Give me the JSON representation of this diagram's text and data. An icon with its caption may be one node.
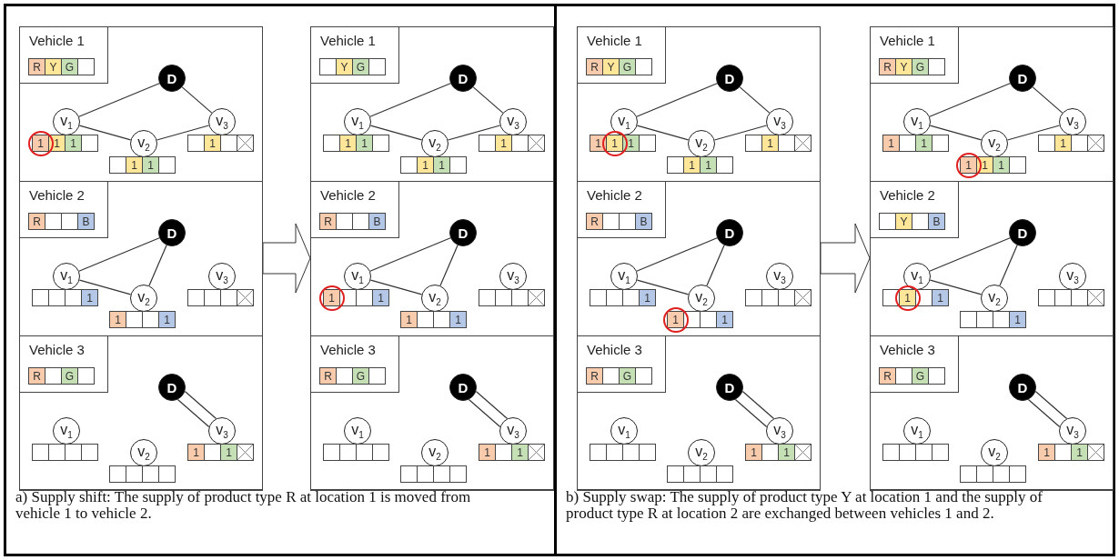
{
  "diagram": {
    "nodes": [
      {
        "text": [
          "a) Supply shift: The supply of product type R at location 1 is moved from vehicle 1 to vehicle 2."
        ]
      },
      {
        "text": [],
        "shape": "box",
        "in": 0
      },
      {
        "text": [],
        "shape": "box",
        "in": 1
      },
      {
        "text": [
          "Vehicle 1",
          "R",
          "Y",
          "G"
        ],
        "in": 2
      },
      {
        "text": [
          "D"
        ],
        "in": 2
      },
      {
        "text": [
          "v$_{1}$"
        ],
        "in": 2,
        "beside": [
          "1",
          "1",
          "1"
        ]
      },
      {
        "text": [
          "v$_{2}$"
        ],
        "in": 2,
        "beside": [
          "1",
          "1"
        ]
      },
      {
        "text": [
          "v$_{3}$"
        ],
        "in": 2,
        "beside": [
          "1"
        ]
      },
      {
        "text": [],
        "shape": "box",
        "in": 1
      },
      {
        "text": [
          "Vehicle 2",
          "R",
          "B"
        ],
        "in": 8
      },
      {
        "text": [
          "D"
        ],
        "in": 8
      },
      {
        "text": [
          "v$_{1}$"
        ],
        "in": 8,
        "beside": [
          "1"
        ]
      },
      {
        "text": [
          "v$_{2}$"
        ],
        "in": 8,
        "beside": [
          "1",
          "1"
        ]
      },
      {
        "text": [
          "v$_{3}$"
        ],
        "in": 8
      },
      {
        "text": [],
        "shape": "box",
        "in": 1
      },
      {
        "text": [
          "Vehicle 3",
          "R",
          "G"
        ],
        "in": 14
      },
      {
        "text": [
          "D"
        ],
        "in": 14
      },
      {
        "text": [
          "v$_{1}$"
        ],
        "in": 14
      },
      {
        "text": [
          "v$_{2}$"
        ],
        "in": 14
      },
      {
        "text": [
          "v$_{3}$"
        ],
        "in": 14,
        "beside": [
          "1",
          "1"
        ]
      },
      {
        "text": [],
        "shape": "box",
        "in": 0
      },
      {
        "text": [],
        "shape": "box",
        "in": 20
      },
      {
        "text": [
          "Vehicle 1",
          "Y",
          "G"
        ],
        "in": 21
      },
      {
        "text": [
          "D"
        ],
        "in": 21
      },
      {
        "text": [
          "v$_{1}$"
        ],
        "in": 21,
        "beside": [
          "1",
          "1"
        ]
      },
      {
        "text": [
          "v$_{2}$"
        ],
        "in": 21,
        "beside": [
          "1",
          "1"
        ]
      },
      {
        "text": [
          "v$_{3}$"
        ],
        "in": 21,
        "beside": [
          "1"
        ]
      },
      {
        "text": [],
        "shape": "box",
        "in": 20
      },
      {
        "text": [
          "Vehicle 2",
          "R",
          "B"
        ],
        "in": 27
      },
      {
        "text": [
          "D"
        ],
        "in": 27
      },
      {
        "text": [
          "v$_{1}$"
        ],
        "in": 27,
        "beside": [
          "1",
          "1"
        ]
      },
      {
        "text": [
          "v$_{2}$"
        ],
        "in": 27,
        "beside": [
          "1",
          "1"
        ]
      },
      {
        "text": [
          "v$_{3}$"
        ],
        "in": 27
      },
      {
        "text": [],
        "shape": "box",
        "in": 20
      },
      {
        "text": [
          "Vehicle 3",
          "R",
          "G"
        ],
        "in": 33
      },
      {
        "text": [
          "D"
        ],
        "in": 33
      },
      {
        "text": [
          "v$_{1}$"
        ],
        "in": 33
      },
      {
        "text": [
          "v$_{2}$"
        ],
        "in": 33
      },
      {
        "text": [
          "v$_{3}$"
        ],
        "in": 33,
        "beside": [
          "1",
          "1"
        ]
      },
      {
        "text": [
          "b) Supply swap: The supply of product type Y at location 1 and the supply of product type R at location 2 are exchanged between vehicles 1 and 2."
        ]
      },
      {
        "text": [],
        "shape": "box",
        "in": 39
      },
      {
        "text": [],
        "shape": "box",
        "in": 40
      },
      {
        "text": [
          "Vehicle 1",
          "R",
          "Y",
          "G"
        ],
        "in": 41
      },
      {
        "text": [
          "D"
        ],
        "in": 41
      },
      {
        "text": [
          "v$_{1}$"
        ],
        "in": 41,
        "beside": [
          "1",
          "1",
          "1"
        ]
      },
      {
        "text": [
          "v$_{2}$"
        ],
        "in": 41,
        "beside": [
          "1",
          "1"
        ]
      },
      {
        "text": [
          "v$_{3}$"
        ],
        "in": 41,
        "beside": [
          "1"
        ]
      },
      {
        "text": [],
        "shape": "box",
        "in": 40
      },
      {
        "text": [
          "Vehicle 2",
          "R",
          "B"
        ],
        "in": 47
      },
      {
        "text": [
          "D"
        ],
        "in": 47
      },
      {
        "text": [
          "v$_{1}$"
        ],
        "in": 47,
        "beside": [
          "1"
        ]
      },
      {
        "text": [
          "v$_{2}$"
        ],
        "in": 47,
        "beside": [
          "1",
          "1"
        ]
      },
      {
        "text": [
          "v$_{3}$"
        ],
        "in": 47
      },
      {
        "text": [],
        "shape": "box",
        "in": 40
      },
      {
        "text": [
          "Vehicle 3",
          "R",
          "G"
        ],
        "in": 53
      },
      {
        "text": [
          "D"
        ],
        "in": 53
      },
      {
        "text": [
          "v$_{1}$"
        ],
        "in": 53
      },
      {
        "text": [
          "v$_{2}$"
        ],
        "in": 53
      },
      {
        "text": [
          "v$_{3}$"
        ],
        "in": 53,
        "beside": [
          "1",
          "1"
        ]
      },
      {
        "text": [],
        "shape": "box",
        "in": 39
      },
      {
        "text": [],
        "shape": "box",
        "in": 59
      },
      {
        "text": [
          "Vehicle 1",
          "R",
          "Y",
          "G"
        ],
        "in": 60
      },
      {
        "text": [
          "D"
        ],
        "in": 60
      },
      {
        "text": [
          "v$_{1}$"
        ],
        "in": 60,
        "beside": [
          "1",
          "1"
        ]
      },
      {
        "text": [
          "v$_{2}$"
        ],
        "in": 60,
        "beside": [
          "1",
          "1",
          "1"
        ]
      },
      {
        "text": [
          "v$_{3}$"
        ],
        "in": 60,
        "beside": [
          "1"
        ]
      },
      {
        "text": [],
        "shape": "box",
        "in": 59
      },
      {
        "text": [
          "Vehicle 2",
          "Y",
          "B"
        ],
        "in": 66
      },
      {
        "text": [
          "D"
        ],
        "in": 66
      },
      {
        "text": [
          "v$_{1}$"
        ],
        "in": 66,
        "beside": [
          "1",
          "1"
        ]
      },
      {
        "text": [
          "v$_{2}$"
        ],
        "in": 66,
        "beside": [
          "1"
        ]
      },
      {
        "text": [
          "v$_{3}$"
        ],
        "in": 66
      },
      {
        "text": [],
        "shape": "box",
        "in": 59
      },
      {
        "text": [
          "Vehicle 3",
          "R",
          "G"
        ],
        "in": 72
      },
      {
        "text": [
          "D"
        ],
        "in": 72
      },
      {
        "text": [
          "v$_{1}$"
        ],
        "in": 72
      },
      {
        "text": [
          "v$_{2}$"
        ],
        "in": 72
      },
      {
        "text": [
          "v$_{3}$"
        ],
        "in": 72,
        "beside": [
          "1",
          "1"
        ]
      }
    ],
    "edges": [
      {
        "from": 1,
        "to": 20,
        "arrow": "to",
        "style": "thick"
      },
      {
        "from": 4,
        "to": 5,
        "arrow": "none"
      },
      {
        "from": 5,
        "to": 6,
        "arrow": "none"
      },
      {
        "from": 6,
        "to": 7,
        "arrow": "none"
      },
      {
        "from": 7,
        "to": 4,
        "arrow": "none"
      },
      {
        "from": 10,
        "to": 11,
        "arrow": "none"
      },
      {
        "from": 11,
        "to": 12,
        "arrow": "none"
      },
      {
        "from": 12,
        "to": 10,
        "arrow": "none"
      },
      {
        "from": 16,
        "to": 19,
        "arrow": "none"
      },
      {
        "from": 16,
        "to": 19,
        "arrow": "none"
      },
      {
        "from": 23,
        "to": 24,
        "arrow": "none"
      },
      {
        "from": 24,
        "to": 25,
        "arrow": "none"
      },
      {
        "from": 25,
        "to": 26,
        "arrow": "none"
      },
      {
        "from": 26,
        "to": 23,
        "arrow": "none"
      },
      {
        "from": 29,
        "to": 30,
        "arrow": "none"
      },
      {
        "from": 30,
        "to": 31,
        "arrow": "none"
      },
      {
        "from": 31,
        "to": 29,
        "arrow": "none"
      },
      {
        "from": 35,
        "to": 38,
        "arrow": "none"
      },
      {
        "from": 35,
        "to": 38,
        "arrow": "none"
      },
      {
        "from": 40,
        "to": 59,
        "arrow": "to",
        "style": "thick"
      },
      {
        "from": 43,
        "to": 44,
        "arrow": "none"
      },
      {
        "from": 44,
        "to": 45,
        "arrow": "none"
      },
      {
        "from": 45,
        "to": 46,
        "arrow": "none"
      },
      {
        "from": 46,
        "to": 43,
        "arrow": "none"
      },
      {
        "from": 49,
        "to": 50,
        "arrow": "none"
      },
      {
        "from": 50,
        "to": 51,
        "arrow": "none"
      },
      {
        "from": 51,
        "to": 49,
        "arrow": "none"
      },
      {
        "from": 55,
        "to": 58,
        "arrow": "none"
      },
      {
        "from": 55,
        "to": 58,
        "arrow": "none"
      },
      {
        "from": 62,
        "to": 63,
        "arrow": "none"
      },
      {
        "from": 63,
        "to": 64,
        "arrow": "none"
      },
      {
        "from": 64,
        "to": 65,
        "arrow": "none"
      },
      {
        "from": 65,
        "to": 62,
        "arrow": "none"
      },
      {
        "from": 68,
        "to": 69,
        "arrow": "none"
      },
      {
        "from": 69,
        "to": 70,
        "arrow": "none"
      },
      {
        "from": 70,
        "to": 68,
        "arrow": "none"
      },
      {
        "from": 74,
        "to": 77,
        "arrow": "none"
      },
      {
        "from": 74,
        "to": 77,
        "arrow": "none"
      }
    ]
  }
}
